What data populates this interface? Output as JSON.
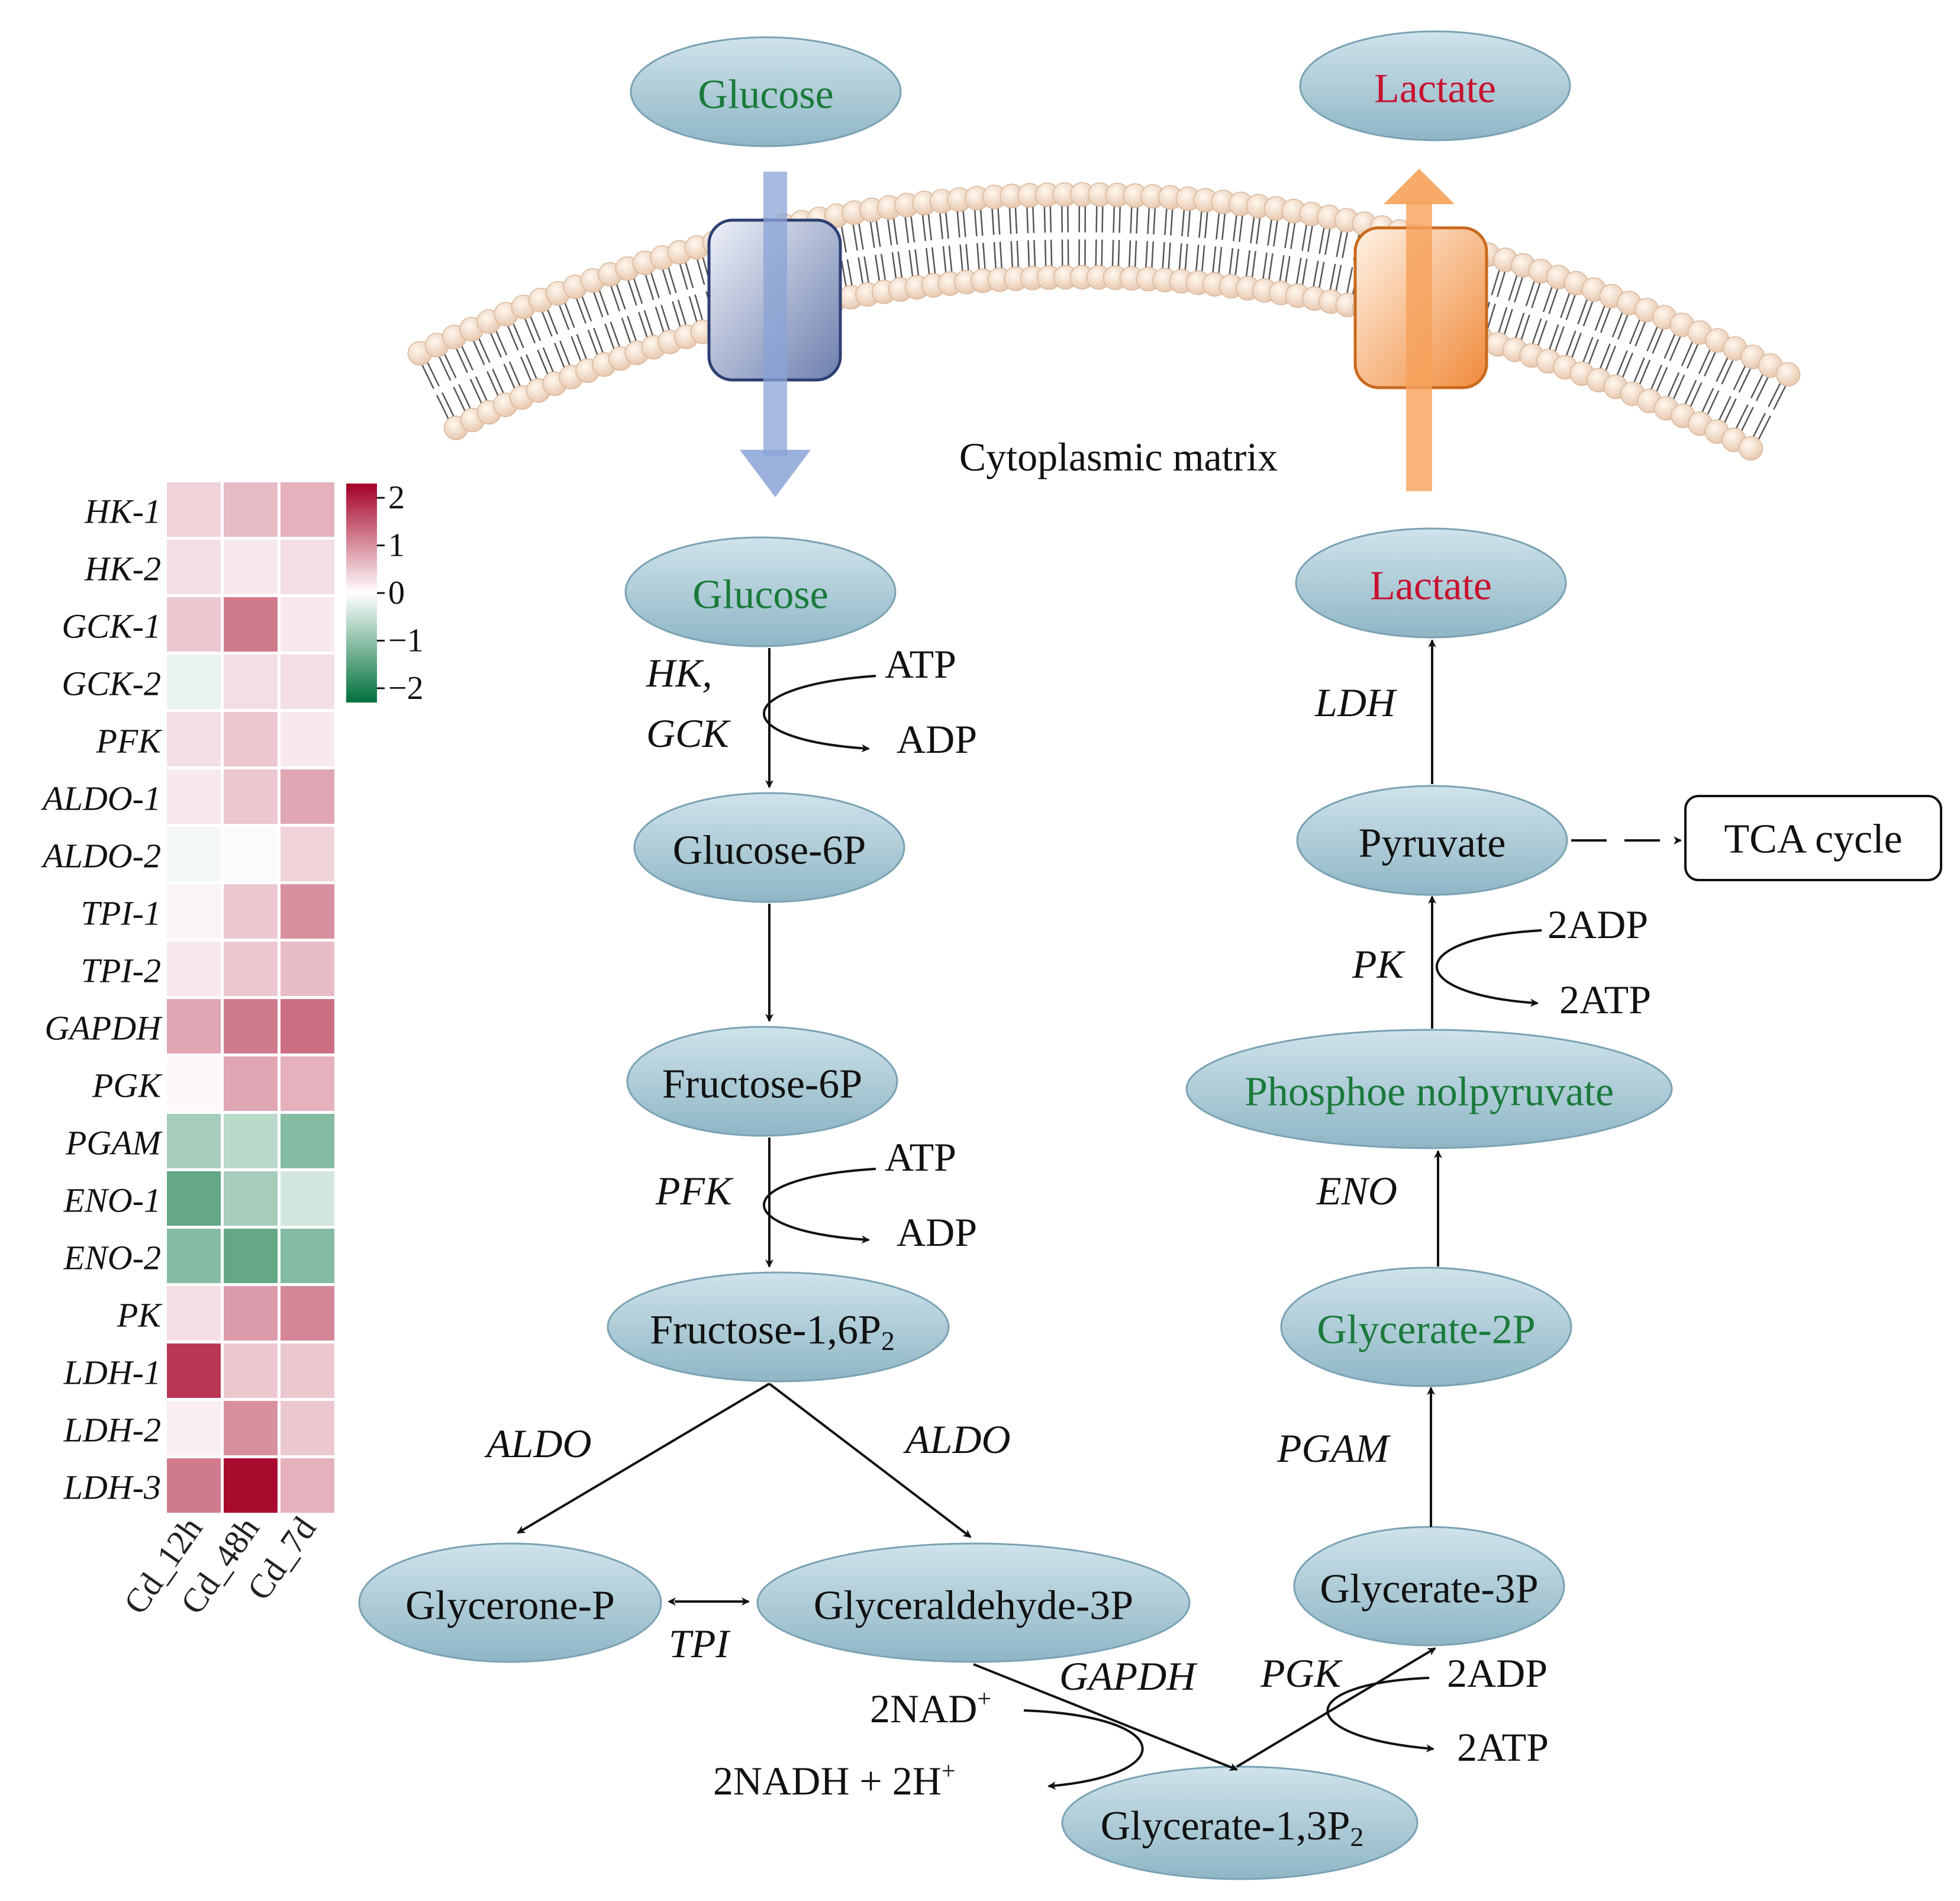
{
  "membrane": {
    "label": "Cytoplasmic matrix",
    "outside_glucose": "Glucose",
    "outside_lactate": "Lactate"
  },
  "nodes": {
    "glucose": "Glucose",
    "glucose6p": "Glucose-6P",
    "fructose6p": "Fructose-6P",
    "fructose16p2": "Fructose-1,6P",
    "fructose16p2_sub": "2",
    "glycerone_p": "Glycerone-P",
    "glyceraldehyde3p": "Glyceraldehyde-3P",
    "glycerate13p2": "Glycerate-1,3P",
    "glycerate13p2_sub": "2",
    "glycerate3p": "Glycerate-3P",
    "glycerate2p": "Glycerate-2P",
    "pep": "Phosphoe nolpyruvate",
    "pyruvate": "Pyruvate",
    "lactate": "Lactate",
    "tca": "TCA cycle"
  },
  "enzymes": {
    "hk": "HK,",
    "gck": "GCK",
    "pfk": "PFK",
    "aldo_left": "ALDO",
    "aldo_right": "ALDO",
    "tpi": "TPI",
    "gapdh": "GAPDH",
    "pgk": "PGK",
    "pgam": "PGAM",
    "eno": "ENO",
    "pk": "PK",
    "ldh": "LDH"
  },
  "cofactors": {
    "atp1": "ATP",
    "adp1": "ADP",
    "atp2": "ATP",
    "adp2": "ADP",
    "nad": "2NAD",
    "nad_sup": "+",
    "nadh": "2NADH + 2H",
    "nadh_sup": "+",
    "pgk_adp": "2ADP",
    "pgk_atp": "2ATP",
    "pk_adp": "2ADP",
    "pk_atp": "2ATP"
  },
  "colors": {
    "green_text": "#1a7a3a",
    "red_text": "#c8102e",
    "node_fill": "#a9c9d6",
    "heat_high": "#a50026",
    "heat_low": "#00703c",
    "transporter_in": "#8ea2c8",
    "transporter_out": "#f6a15a"
  },
  "heatmap": {
    "columns": [
      "Cd_12h",
      "Cd_48h",
      "Cd_7d"
    ],
    "rows": [
      "HK-1",
      "HK-2",
      "GCK-1",
      "GCK-2",
      "PFK",
      "ALDO-1",
      "ALDO-2",
      "TPI-1",
      "TPI-2",
      "GAPDH",
      "PGK",
      "PGAM",
      "ENO-1",
      "ENO-2",
      "PK",
      "LDH-1",
      "LDH-2",
      "LDH-3"
    ],
    "values": [
      [
        0.4,
        0.6,
        0.7
      ],
      [
        0.3,
        0.2,
        0.3
      ],
      [
        0.5,
        1.2,
        0.2
      ],
      [
        -0.2,
        0.3,
        0.3
      ],
      [
        0.3,
        0.5,
        0.2
      ],
      [
        0.2,
        0.5,
        0.8
      ],
      [
        -0.1,
        -0.05,
        0.4
      ],
      [
        0.1,
        0.5,
        1.0
      ],
      [
        0.2,
        0.5,
        0.6
      ],
      [
        0.8,
        1.2,
        1.3
      ],
      [
        0.05,
        0.8,
        0.7
      ],
      [
        -0.8,
        -0.6,
        -1.1
      ],
      [
        -1.4,
        -0.8,
        -0.4
      ],
      [
        -1.1,
        -1.4,
        -1.1
      ],
      [
        0.3,
        0.9,
        1.1
      ],
      [
        1.8,
        0.5,
        0.5
      ],
      [
        0.15,
        1.0,
        0.5
      ],
      [
        1.2,
        2.2,
        0.7
      ]
    ],
    "legend_ticks": [
      "2",
      "1",
      "0",
      "−1",
      "−2"
    ],
    "range": [
      -2.3,
      2.3
    ]
  }
}
